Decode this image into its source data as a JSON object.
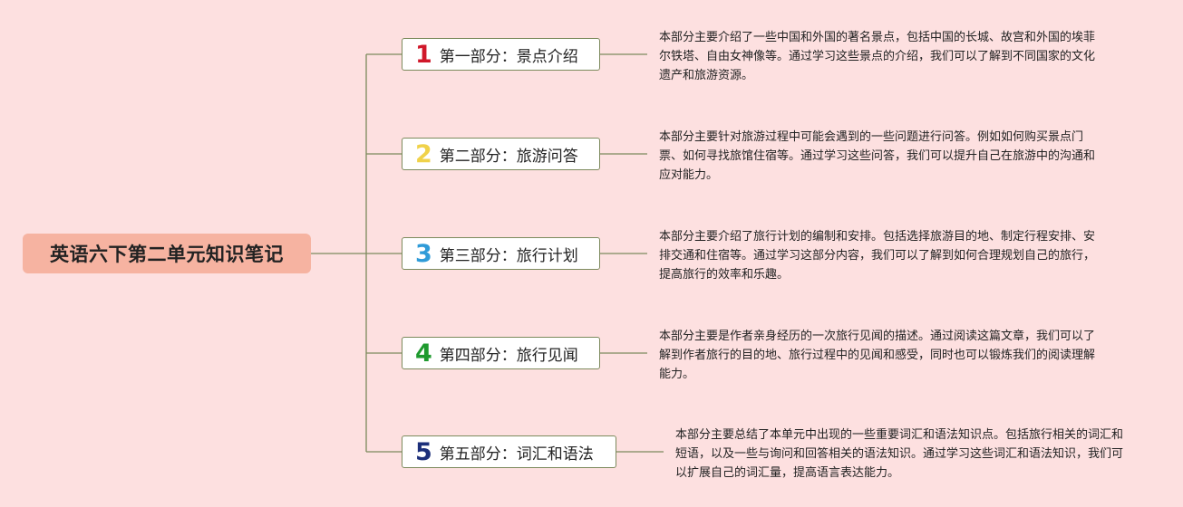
{
  "root": {
    "title": "英语六下第二单元知识笔记"
  },
  "branches": [
    {
      "number": "1",
      "color": "#d0182a",
      "label": "第一部分：景点介绍",
      "desc": "本部分主要介绍了一些中国和外国的著名景点，包括中国的长城、故宫和外国的埃菲尔铁塔、自由女神像等。通过学习这些景点的介绍，我们可以了解到不同国家的文化遗产和旅游资源。"
    },
    {
      "number": "2",
      "color": "#f0d24a",
      "label": "第二部分：旅游问答",
      "desc": "本部分主要针对旅游过程中可能会遇到的一些问题进行问答。例如如何购买景点门票、如何寻找旅馆住宿等。通过学习这些问答，我们可以提升自己在旅游中的沟通和应对能力。"
    },
    {
      "number": "3",
      "color": "#2f9bd8",
      "label": "第三部分：旅行计划",
      "desc": "本部分主要介绍了旅行计划的编制和安排。包括选择旅游目的地、制定行程安排、安排交通和住宿等。通过学习这部分内容，我们可以了解到如何合理规划自己的旅行，提高旅行的效率和乐趣。"
    },
    {
      "number": "4",
      "color": "#1e9a2e",
      "label": "第四部分：旅行见闻",
      "desc": "本部分主要是作者亲身经历的一次旅行见闻的描述。通过阅读这篇文章，我们可以了解到作者旅行的目的地、旅行过程中的见闻和感受，同时也可以锻炼我们的阅读理解能力。"
    },
    {
      "number": "5",
      "color": "#1c2f7a",
      "label": "第五部分：词汇和语法",
      "desc": "本部分主要总结了本单元中出现的一些重要词汇和语法知识点。包括旅行相关的词汇和短语，以及一些与询问和回答相关的语法知识。通过学习这些词汇和语法知识，我们可以扩展自己的词汇量，提高语言表达能力。"
    }
  ],
  "colors": {
    "background": "#fde0e0",
    "root_fill": "#f6b3a1",
    "line": "#7c8a5c"
  }
}
